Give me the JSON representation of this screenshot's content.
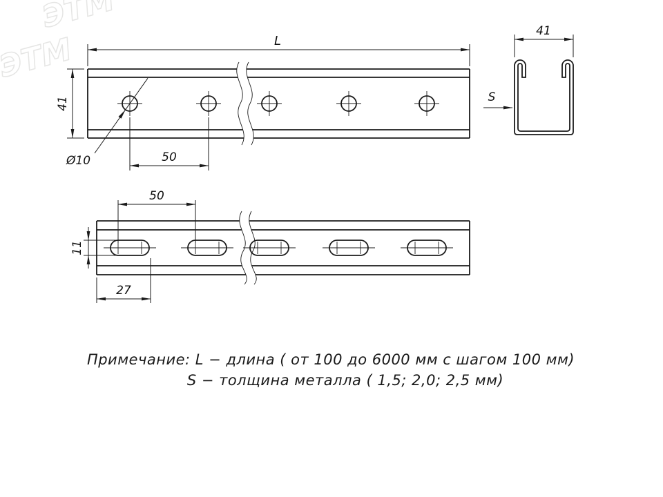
{
  "watermark": {
    "text": "ЭТМ"
  },
  "colors": {
    "line": "#1a1a1a",
    "watermark": "#dddddb",
    "background": "#ffffff"
  },
  "front_view": {
    "length_label": "L",
    "height_label": "41",
    "hole_diameter_label": "Ø10",
    "hole_spacing_label": "50"
  },
  "section_view": {
    "width_label": "41",
    "thickness_label": "S"
  },
  "slotted_view": {
    "spacing_label": "50",
    "slot_width_label": "11",
    "end_offset_label": "27"
  },
  "notes": {
    "line1": "Примечание: L − длина ( от 100 до 6000 мм с шагом 100 мм)",
    "line2": "S − толщина металла ( 1,5; 2,0; 2,5 мм)"
  }
}
